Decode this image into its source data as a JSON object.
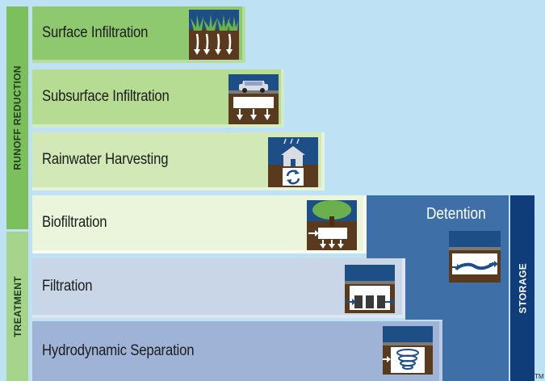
{
  "categories": {
    "runoff_reduction": "RUNOFF REDUCTION",
    "treatment": "TREATMENT",
    "storage": "STORAGE"
  },
  "practices": [
    {
      "label": "Surface Infiltration",
      "icon": "plants-infiltration-icon"
    },
    {
      "label": "Subsurface Infiltration",
      "icon": "car-subsurface-icon"
    },
    {
      "label": "Rainwater Harvesting",
      "icon": "house-cistern-icon"
    },
    {
      "label": "Biofiltration",
      "icon": "tree-biofilter-icon"
    },
    {
      "label": "Filtration",
      "icon": "filter-cartridge-icon"
    },
    {
      "label": "Hydrodynamic Separation",
      "icon": "swirl-separator-icon"
    }
  ],
  "detention": {
    "label": "Detention",
    "icon": "detention-pipe-icon"
  },
  "trademark": "TM",
  "colors": {
    "background": "#bfe1f4",
    "runoff_green": "#7cc05d",
    "treatment_green": "#a7d48d",
    "detention_blue": "#3e6fa6",
    "storage_navy": "#0f3d7a"
  }
}
